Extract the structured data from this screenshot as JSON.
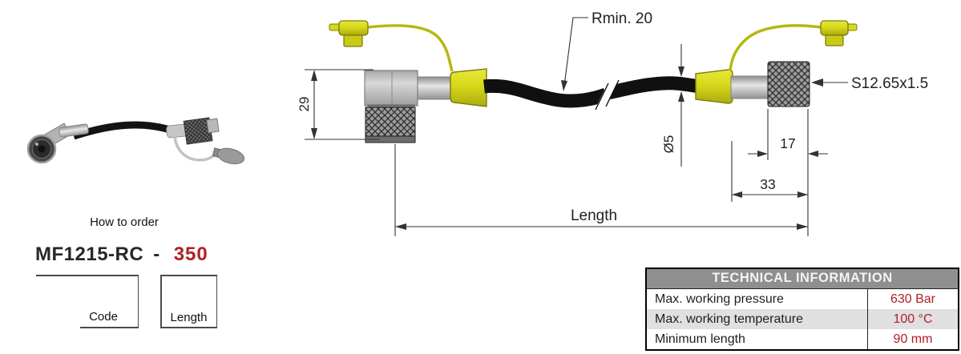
{
  "order": {
    "heading": "How to order",
    "code": "MF1215-RC",
    "separator": "-",
    "length_value": "350",
    "code_label": "Code",
    "length_label": "Length"
  },
  "drawing": {
    "labels": {
      "connector_height": "29",
      "bend_radius": "Rmin. 20",
      "hose_diameter": "Ø5",
      "thread": "S12.65x1.5",
      "nut_length": "17",
      "end_fitting_length": "33",
      "overall_length": "Length"
    }
  },
  "table": {
    "title": "TECHNICAL INFORMATION",
    "rows": [
      {
        "label": "Max. working pressure",
        "value": "630 Bar"
      },
      {
        "label": "Max. working temperature",
        "value": "100 °C"
      },
      {
        "label": "Minimum length",
        "value": "90 mm"
      }
    ]
  },
  "colors": {
    "accent_red": "#b02028",
    "cap_yellow": "#d7d81a",
    "cap_yellow_outline": "#7d7d08",
    "hose_black": "#101010",
    "metal_gray": "#b5b5b5",
    "dimension_line": "#333333",
    "table_header_bg": "#8f8f8f",
    "table_alt_row": "#e0e0e0"
  }
}
